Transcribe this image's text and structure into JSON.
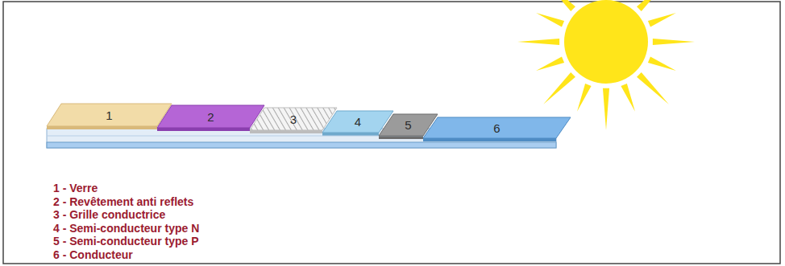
{
  "diagram": {
    "nodes": [
      {
        "text": [
          "1"
        ]
      },
      {
        "text": [
          "2"
        ]
      },
      {
        "text": [
          "3"
        ]
      },
      {
        "text": [
          "4"
        ]
      },
      {
        "text": [
          "5"
        ]
      },
      {
        "text": [
          "6"
        ]
      }
    ],
    "labels": [
      "1 - Verre",
      "2 - Revêtement anti reflets",
      "3 - Grille conductrice",
      "4 - Semi-conducteur type N",
      "5 - Semi-conducteur type P",
      "6 - Conducteur"
    ]
  }
}
